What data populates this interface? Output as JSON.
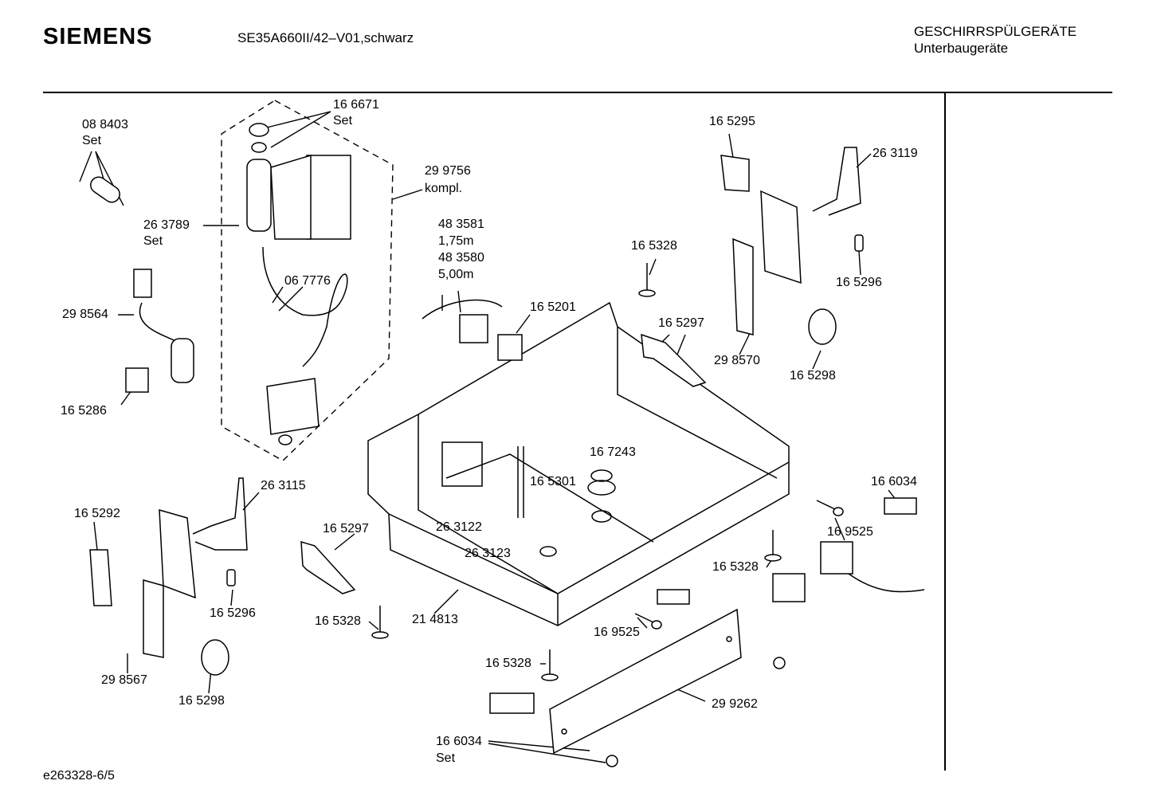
{
  "header": {
    "brand": "SIEMENS",
    "model": "SE35A660II/42–V01,schwarz",
    "category": "GESCHIRRSPÜLGERÄTE",
    "subcategory": "Unterbaugeräte"
  },
  "footer": {
    "code": "e263328-6/5"
  },
  "parts": {
    "p088403": "08 8403",
    "p088403_note": "Set",
    "p166671": "16 6671",
    "p166671_note": "Set",
    "p299756": "29 9756",
    "p299756_note": "kompl.",
    "p263789": "26 3789",
    "p263789_note": "Set",
    "p483581": "48 3581",
    "p483581_len": "1,75m",
    "p483580": "48 3580",
    "p483580_len": "5,00m",
    "p067776": "06 7776",
    "p298564": "29 8564",
    "p165286": "16 5286",
    "p165295": "16 5295",
    "p263119": "26 3119",
    "p165328_a": "16 5328",
    "p165296_a": "16 5296",
    "p165201": "16 5201",
    "p165297_a": "16 5297",
    "p298570": "29 8570",
    "p165298_a": "16 5298",
    "p167243": "16 7243",
    "p165301": "16 5301",
    "p263115": "26 3115",
    "p165292": "16 5292",
    "p165297_b": "16 5297",
    "p263122": "26 3122",
    "p263123": "26 3123",
    "p166034_a": "16 6034",
    "p169525_a": "16 9525",
    "p165328_b": "16 5328",
    "p165296_b": "16 5296",
    "p165328_c": "16 5328",
    "p214813": "21 4813",
    "p169525_b": "16 9525",
    "p298567": "29 8567",
    "p165298_b": "16 5298",
    "p165328_d": "16 5328",
    "p299262": "29 9262",
    "p166034_b": "16 6034",
    "p166034_b_note": "Set"
  }
}
